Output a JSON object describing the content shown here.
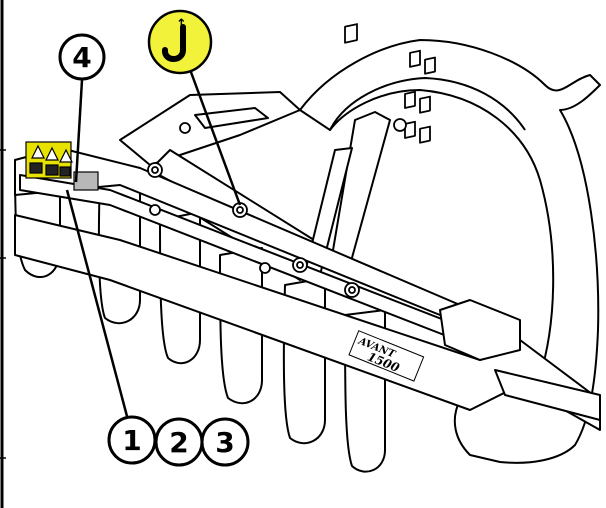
{
  "callouts": {
    "c4": "4",
    "c1": "1",
    "c2": "2",
    "c3": "3"
  },
  "hook_badge": {
    "icon": "lifting-hook-icon",
    "arrow": "↑",
    "color": "#f2f23a"
  },
  "brand_plate": {
    "line1": "AVANT",
    "line2": "1500"
  },
  "colors": {
    "line": "#000000",
    "decal_yellow": "#e8e200",
    "decal_gray": "#b8b8b8",
    "badge_yellow": "#f2f23a"
  }
}
